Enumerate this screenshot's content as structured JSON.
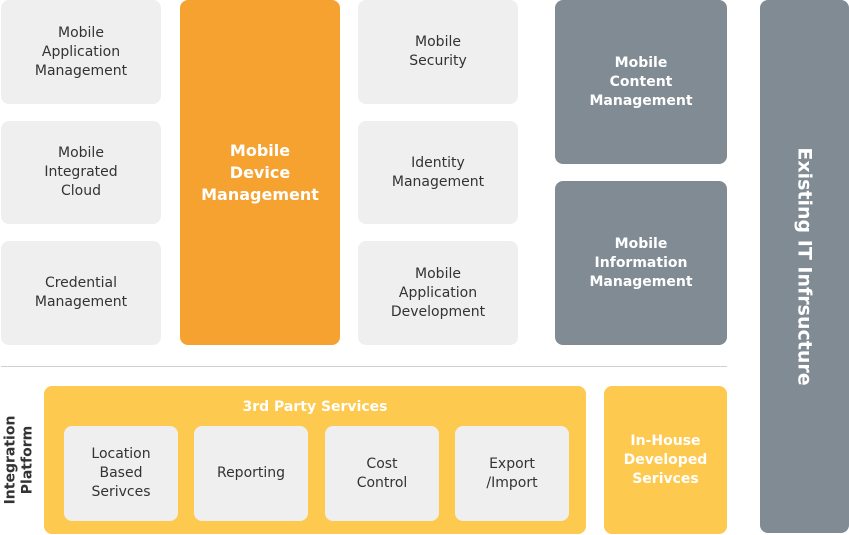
{
  "colors": {
    "light_box": "#efefef",
    "orange": "#f6a230",
    "gray": "#818b94",
    "yellow": "#fdc94f",
    "divider": "#cfcfcf",
    "dark_text": "#333333"
  },
  "col1": [
    "Mobile\nApplication\nManagement",
    "Mobile\nIntegrated\nCloud",
    "Credential\nManagement"
  ],
  "mdm": "Mobile\nDevice\nManagement",
  "col3": [
    "Mobile\nSecurity",
    "Identity\nManagement",
    "Mobile\nApplication\nDevelopment"
  ],
  "col4": [
    "Mobile\nContent\nManagement",
    "Mobile\nInformation\nManagement"
  ],
  "infrastructure": "Existing IT Infrsucture",
  "integration_label": "Integration\nPlatform",
  "third_party": {
    "title": "3rd Party Services",
    "items": [
      "Location\nBased\nSerivces",
      "Reporting",
      "Cost\nControl",
      "Export\n/Import"
    ]
  },
  "in_house": "In-House\nDeveloped\nSerivces"
}
